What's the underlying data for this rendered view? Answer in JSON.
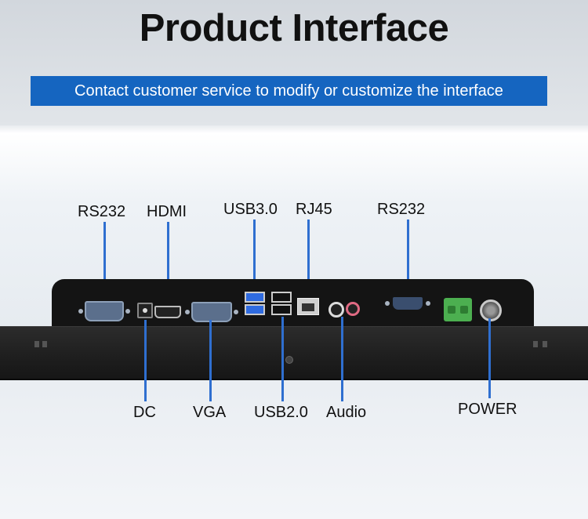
{
  "header": {
    "title": "Product Interface",
    "banner": "Contact customer service to modify or customize the interface"
  },
  "top_labels": {
    "rs232_left": "RS232",
    "hdmi": "HDMI",
    "usb30": "USB3.0",
    "rj45": "RJ45",
    "rs232_right": "RS232"
  },
  "bottom_labels": {
    "dc": "DC",
    "vga": "VGA",
    "usb20": "USB2.0",
    "audio": "Audio",
    "power": "POWER"
  },
  "colors": {
    "banner": "#1565c0",
    "leader_line": "#2f6fd0",
    "device": "#141414"
  }
}
